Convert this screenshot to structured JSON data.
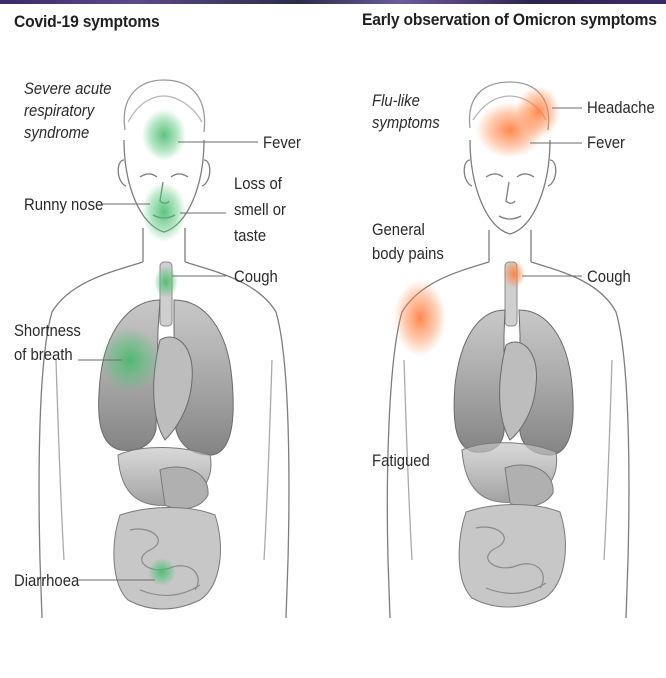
{
  "colors": {
    "covid_highlight": "#52c476",
    "omicron_highlight": "#ff8a4c",
    "line": "#6b6b6b",
    "organ": "#7a7a7a"
  },
  "left_panel": {
    "title": "Covid-19 symptoms",
    "subtitle": [
      "Severe acute",
      "respiratory",
      "syndrome"
    ],
    "labels": {
      "fever": "Fever",
      "runny_nose": "Runny nose",
      "loss_smell": [
        "Loss of",
        "smell or",
        "taste"
      ],
      "cough": "Cough",
      "shortness": [
        "Shortness",
        "of breath"
      ],
      "diarrhoea": "Diarrhoea"
    }
  },
  "right_panel": {
    "title": "Early observation of Omicron symptoms",
    "subtitle": [
      "Flu-like",
      "symptoms"
    ],
    "labels": {
      "headache": "Headache",
      "fever": "Fever",
      "body_pains": [
        "General",
        "body pains"
      ],
      "cough": "Cough",
      "fatigued": "Fatigued"
    }
  }
}
